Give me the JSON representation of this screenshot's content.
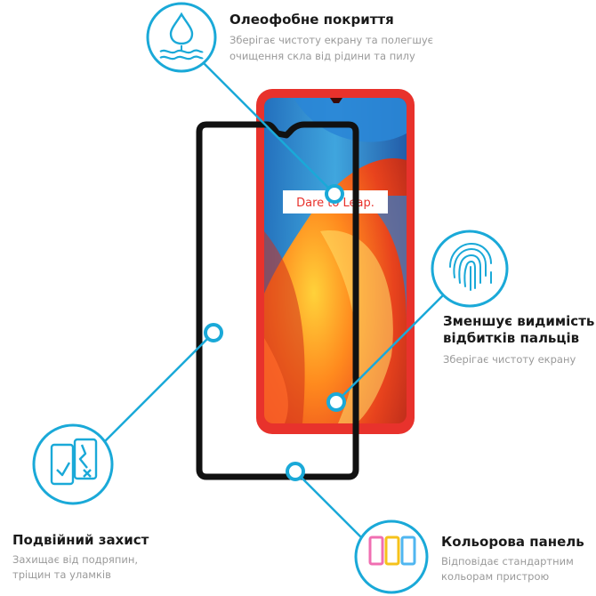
{
  "features": {
    "oleophobic": {
      "title": "Олеофобне покриття",
      "desc_line1": "Зберігає чистоту екрану та полегшує",
      "desc_line2": "очищення скла від рідини та пилу"
    },
    "fingerprint": {
      "title_line1": "Зменшує видимість",
      "title_line2": "відбитків пальців",
      "desc": "Зберігає чистоту екрану"
    },
    "double_protection": {
      "title": "Подвійний захист",
      "desc_line1": "Захищає від подряпин,",
      "desc_line2": "тріщин та уламків"
    },
    "color_panel": {
      "title": "Кольорова панель",
      "desc_line1": "Відповідає стандартним",
      "desc_line2": "кольорам пристрою"
    }
  },
  "phone": {
    "slogan": "Dare to Leap."
  },
  "colors": {
    "accent_cyan": "#1aa9d8",
    "phone_red": "#e8322c",
    "frame_black": "#111111",
    "title_text": "#1a1a1a",
    "desc_text": "#9a9a9a"
  },
  "icons": {
    "oleophobic": "water-drop-icon",
    "fingerprint": "fingerprint-icon",
    "double_protection": "double-screen-shield-icon",
    "color_panel": "color-phones-icon"
  }
}
